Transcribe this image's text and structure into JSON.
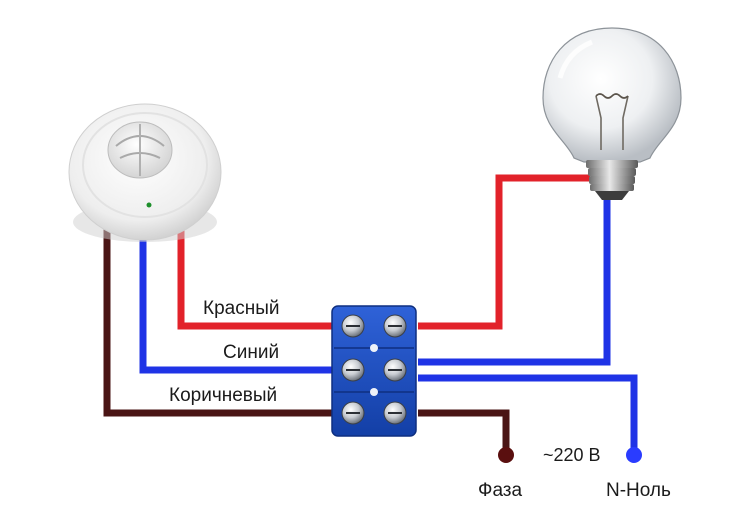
{
  "wires": {
    "red": {
      "label": "Красный",
      "color": "#e2222a"
    },
    "blue": {
      "label": "Синий",
      "color": "#1f33e6"
    },
    "brown": {
      "label": "Коричневый",
      "color": "#4a1515"
    }
  },
  "terminals": {
    "phase": {
      "label": "Фаза",
      "color": "#5a0f0f"
    },
    "neutral": {
      "label": "N-Ноль",
      "color": "#2a3cff"
    }
  },
  "voltage_label": "~220 В",
  "components": {
    "sensor": {
      "icon": "motion-sensor-icon"
    },
    "lamp": {
      "icon": "light-bulb-icon"
    },
    "terminal_block": {
      "icon": "terminal-block-icon"
    }
  }
}
